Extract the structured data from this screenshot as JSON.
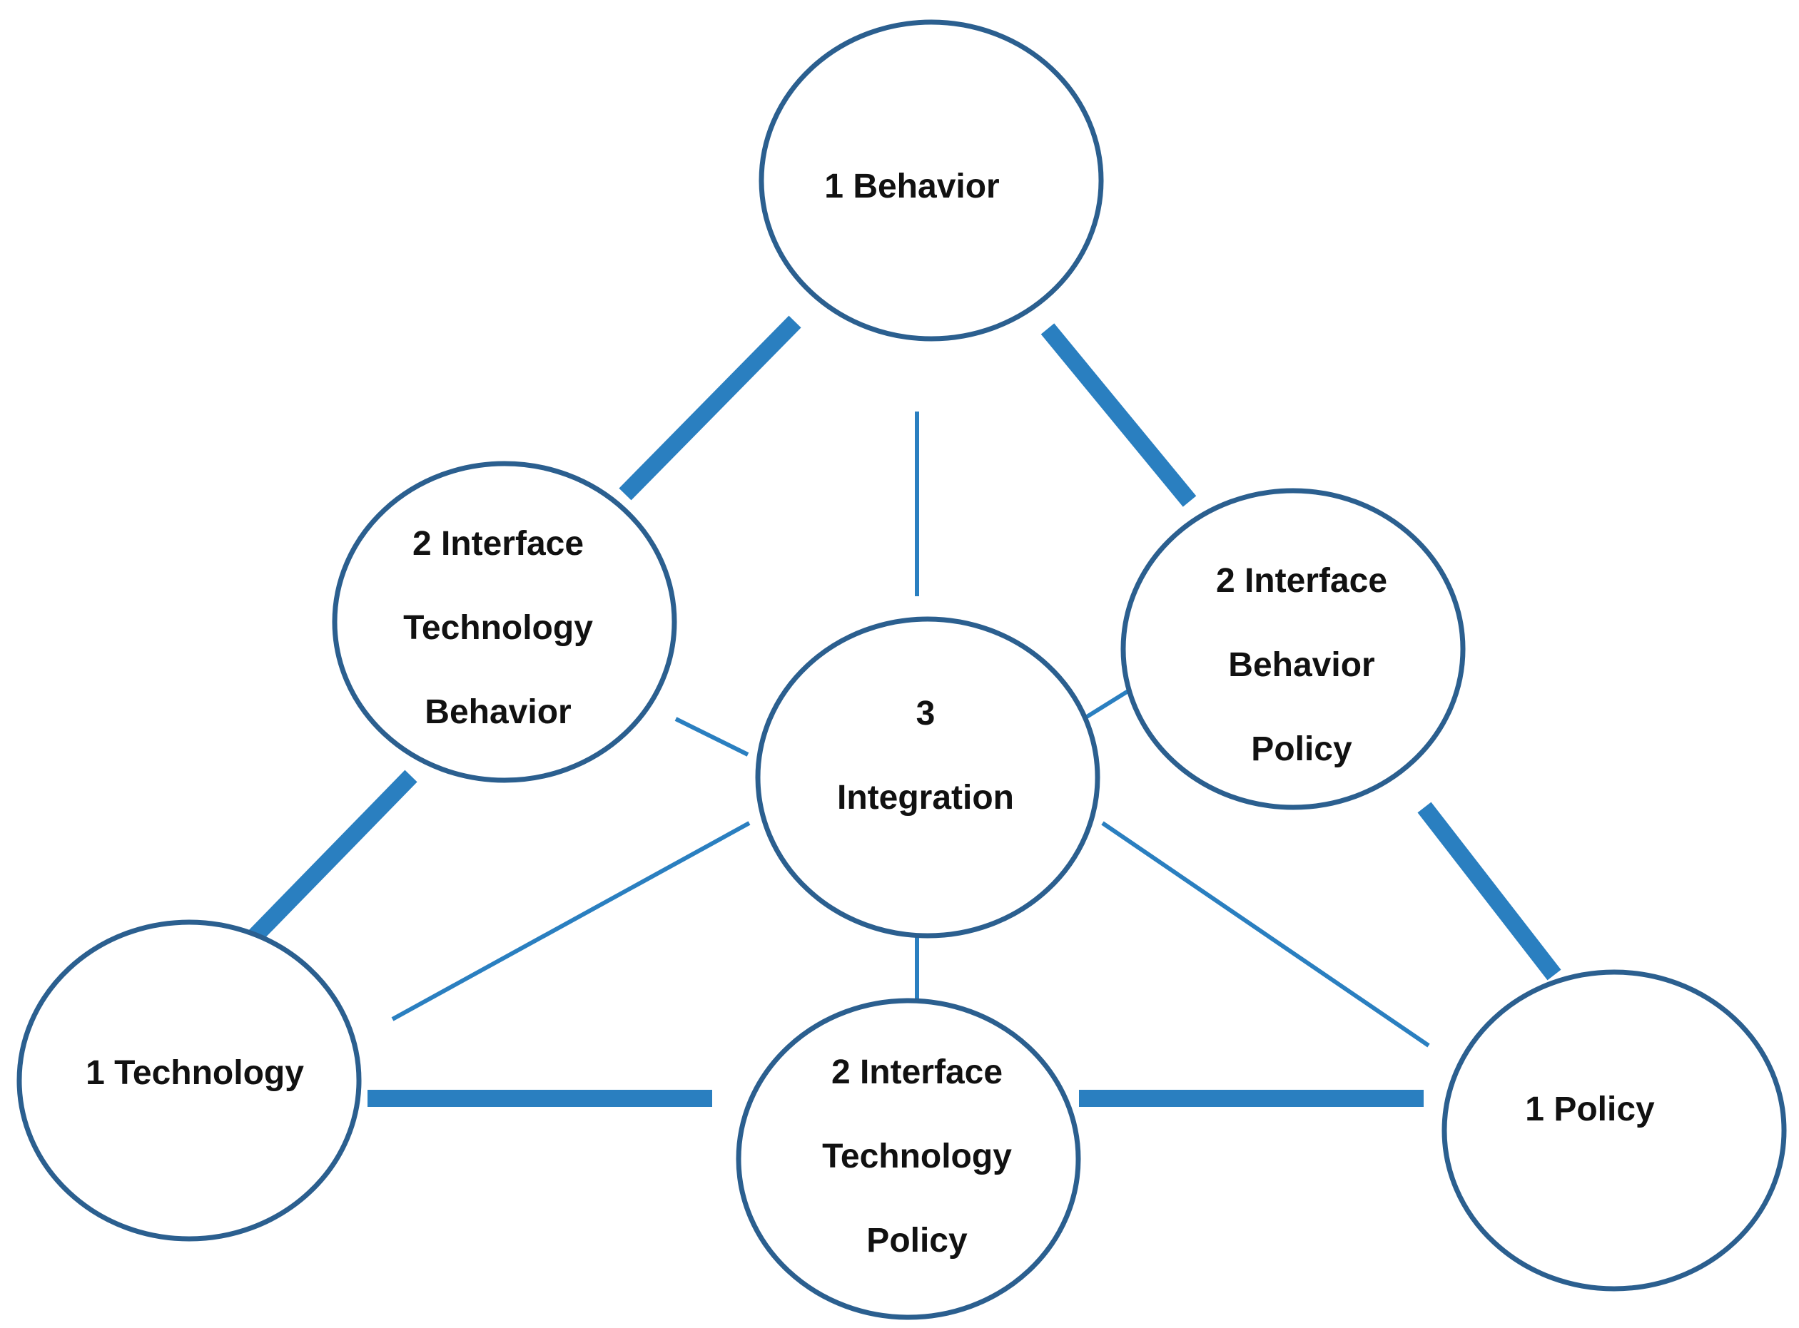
{
  "colors": {
    "node_stroke": "#2b5f8f",
    "link": "#2a7fc0",
    "text": "#111111",
    "background": "#ffffff"
  },
  "nodes": {
    "behavior": {
      "lines": [
        "1 Behavior"
      ]
    },
    "technology": {
      "lines": [
        "1 Technology"
      ]
    },
    "policy": {
      "lines": [
        "1 Policy"
      ]
    },
    "interface_tech_behavior": {
      "lines": [
        "2 Interface",
        "Technology",
        "Behavior"
      ]
    },
    "interface_behavior_policy": {
      "lines": [
        "2 Interface",
        "Behavior",
        "Policy"
      ]
    },
    "interface_tech_policy": {
      "lines": [
        "2 Interface",
        "Technology",
        "Policy"
      ]
    },
    "integration": {
      "lines": [
        "3",
        "Integration"
      ]
    }
  }
}
